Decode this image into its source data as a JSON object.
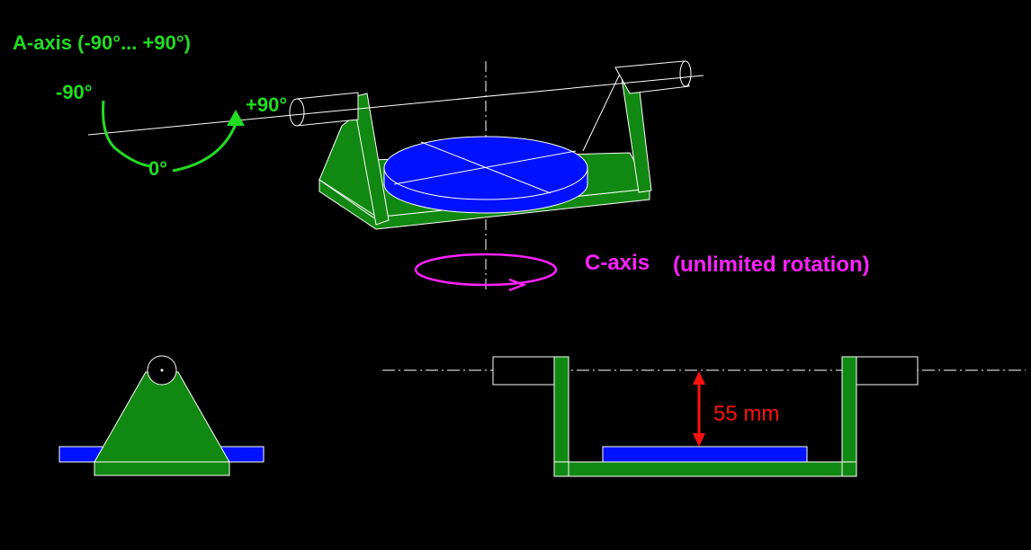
{
  "a_axis": {
    "title": "A-axis (-90°... +90°)",
    "neg_label": "-90°",
    "pos_label": "+90°",
    "zero_label": "0°"
  },
  "c_axis": {
    "title": "C-axis",
    "subtitle": "(unlimited rotation)"
  },
  "dimension": {
    "label": "55 mm"
  },
  "colors": {
    "a_axis": "#22dd22",
    "c_axis": "#ff22ff",
    "dimension": "#ff1111",
    "frame": "#118811",
    "table": "#0011ff",
    "outline": "#ffffff"
  }
}
